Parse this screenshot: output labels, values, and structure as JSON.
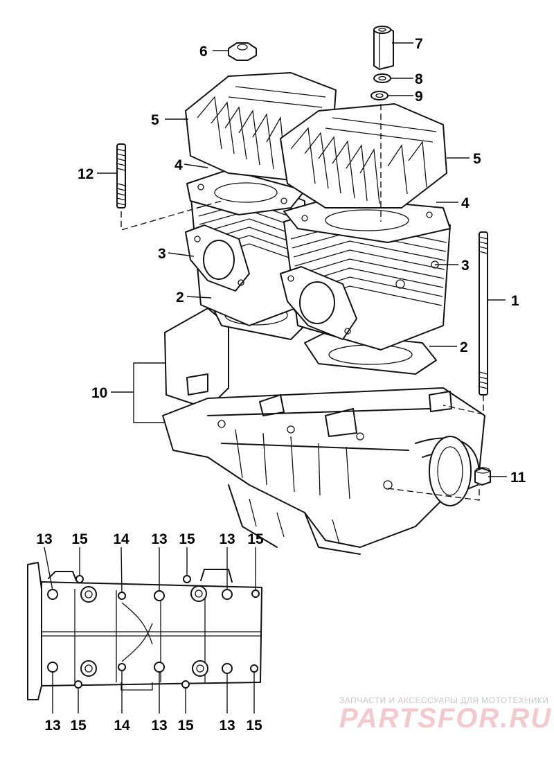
{
  "diagram": {
    "callouts": {
      "c1": "1",
      "c2a": "2",
      "c2b": "2",
      "c3a": "3",
      "c3b": "3",
      "c4a": "4",
      "c4b": "4",
      "c5a": "5",
      "c5b": "5",
      "c6": "6",
      "c7": "7",
      "c8": "8",
      "c9": "9",
      "c10": "10",
      "c11": "11",
      "c12": "12"
    },
    "bottom_view": {
      "top_row": [
        "13",
        "15",
        "14",
        "13",
        "15",
        "13",
        "15"
      ],
      "bottom_row": [
        "13",
        "15",
        "14",
        "13",
        "15",
        "13",
        "15"
      ]
    }
  },
  "watermark": {
    "tagline": "ЗАПЧАСТИ И АКСЕССУАРЫ ДЛЯ МОТОТЕХНИКИ",
    "brand": "PARTSFOR.RU"
  }
}
